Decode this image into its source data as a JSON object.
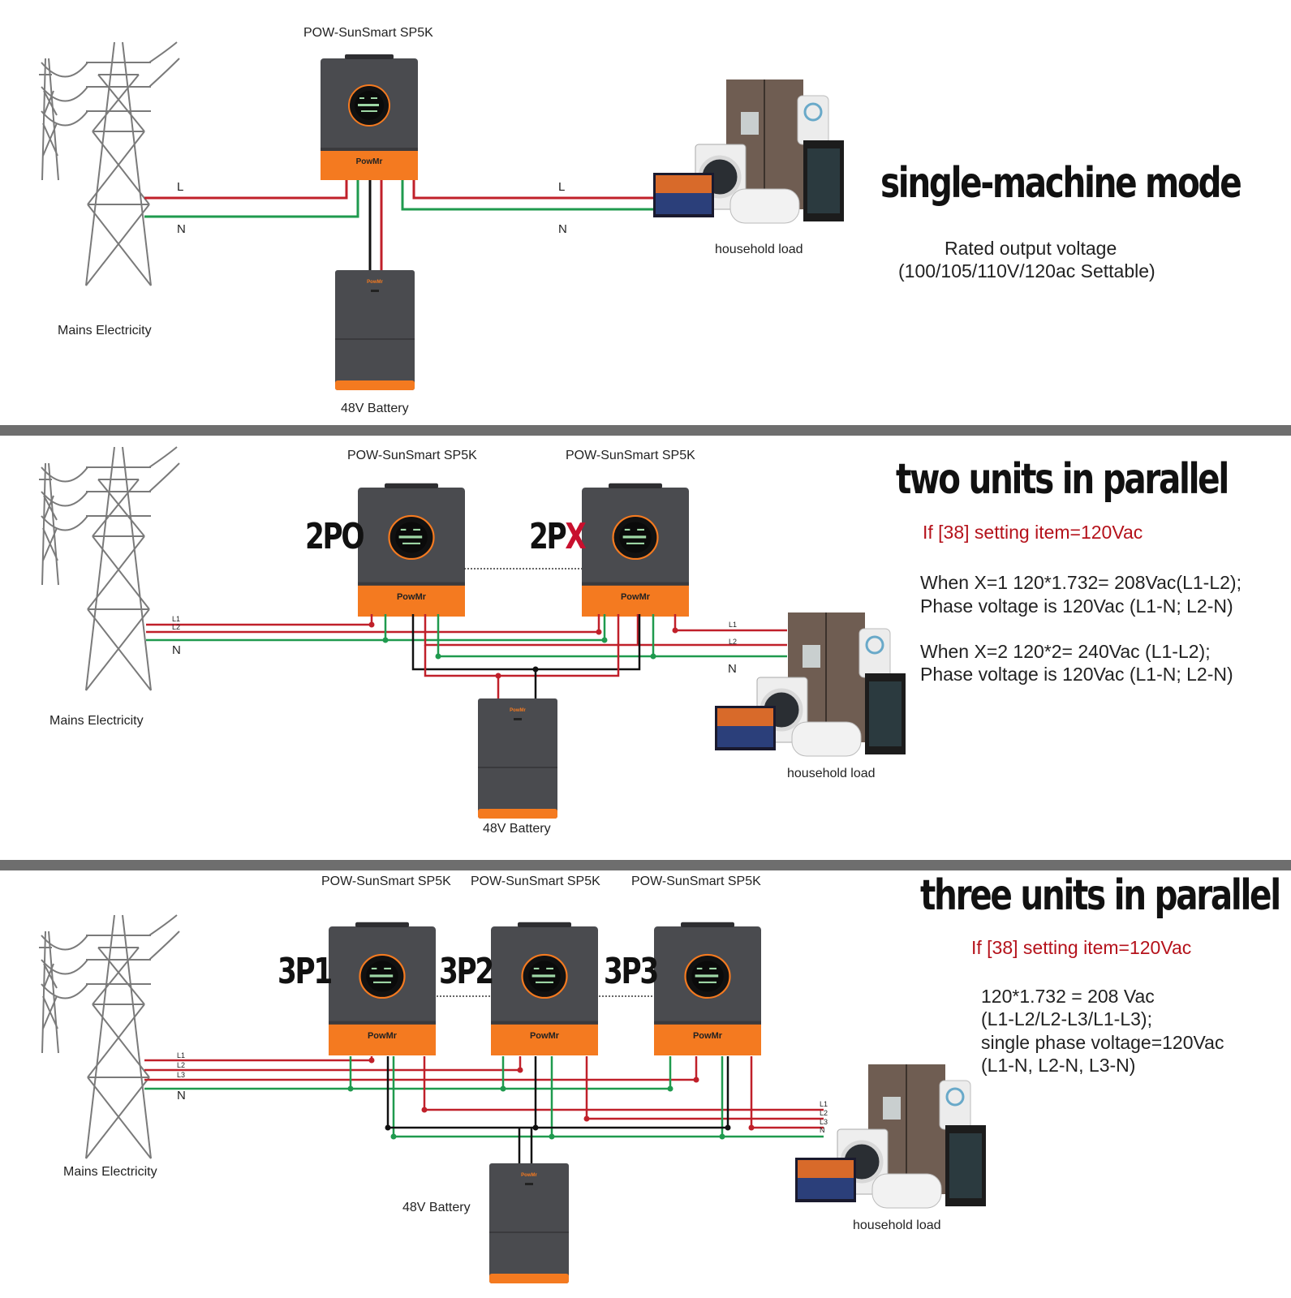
{
  "panel1": {
    "inverter_label": "POW-SunSmart SP5K",
    "brand": "PowMr",
    "mains_label": "Mains Electricity",
    "battery_label": "48V Battery",
    "load_label": "household load",
    "wire_l": "L",
    "wire_n": "N",
    "title": "single-machine mode",
    "desc_line1": "Rated output voltage",
    "desc_line2": "(100/105/110V/120ac Settable)"
  },
  "panel2": {
    "inverter1_label": "POW-SunSmart SP5K",
    "inverter2_label": "POW-SunSmart SP5K",
    "code1": "2PO",
    "code2_prefix": "2P",
    "code2_suffix": "X",
    "brand": "PowMr",
    "mains_label": "Mains Electricity",
    "battery_label": "48V Battery",
    "load_label": "household load",
    "wire_l1": "L1",
    "wire_l2": "L2",
    "wire_n": "N",
    "title": "two units in parallel",
    "setting": "If  [38] setting item=120Vac",
    "line1": "When X=1  120*1.732= 208Vac(L1-L2);",
    "line2": "Phase voltage is 120Vac (L1-N; L2-N)",
    "line3": "When X=2  120*2= 240Vac  (L1-L2);",
    "line4": "Phase voltage is 120Vac (L1-N; L2-N)"
  },
  "panel3": {
    "inverter1_label": "POW-SunSmart SP5K",
    "inverter2_label": "POW-SunSmart SP5K",
    "inverter3_label": "POW-SunSmart SP5K",
    "code1": "3P1",
    "code2": "3P2",
    "code3": "3P3",
    "brand": "PowMr",
    "mains_label": "Mains Electricity",
    "battery_label": "48V Battery",
    "load_label": "household load",
    "wire_l1": "L1",
    "wire_l2": "L2",
    "wire_l3": "L3",
    "wire_n": "N",
    "title": "three units in parallel",
    "setting": "If  [38] setting item=120Vac",
    "line1": "120*1.732 = 208 Vac",
    "line2": "(L1-L2/L2-L3/L1-L3);",
    "line3": "single phase voltage=120Vac",
    "line4": "(L1-N, L2-N, L3-N)"
  },
  "colors": {
    "live_wire": "#c0202a",
    "neutral_wire": "#1f9a4e",
    "dc_wire": "#111111",
    "inverter_body": "#4a4b4f",
    "inverter_accent": "#f47a20",
    "divider": "#6e6e6e"
  },
  "icons": [
    "transmission-tower-icon",
    "inverter-icon",
    "battery-icon",
    "household-appliances-icon"
  ]
}
